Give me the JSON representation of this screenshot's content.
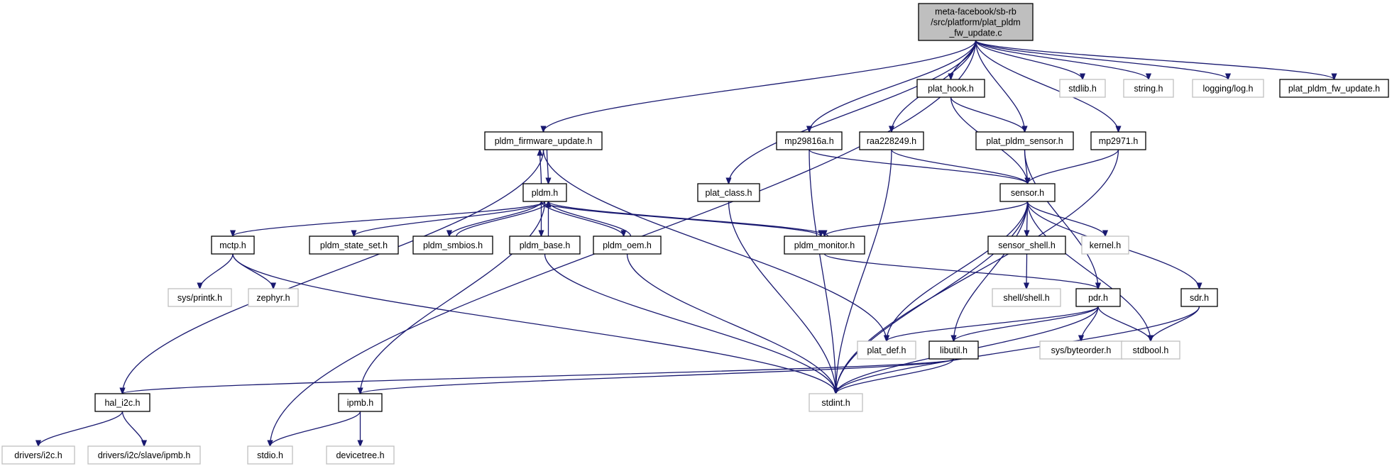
{
  "colors": {
    "edge": "#191970",
    "root_fill": "#bfbfbf",
    "node_stroke": "#000000",
    "external_stroke": "#bfbfbf",
    "text": "#000000"
  },
  "nodes": {
    "root": {
      "lines": [
        "meta-facebook/sb-rb",
        "/src/platform/plat_pldm",
        "_fw_update.c"
      ],
      "kind": "root"
    },
    "stdlib": {
      "lines": [
        "stdlib.h"
      ],
      "kind": "external"
    },
    "string": {
      "lines": [
        "string.h"
      ],
      "kind": "external"
    },
    "logging": {
      "lines": [
        "logging/log.h"
      ],
      "kind": "external"
    },
    "plat_pldm_fw_update": {
      "lines": [
        "plat_pldm_fw_update.h"
      ],
      "kind": "header"
    },
    "plat_hook": {
      "lines": [
        "plat_hook.h"
      ],
      "kind": "header"
    },
    "pldm_firmware_update": {
      "lines": [
        "pldm_firmware_update.h"
      ],
      "kind": "header"
    },
    "mp29816a": {
      "lines": [
        "mp29816a.h"
      ],
      "kind": "header"
    },
    "raa228249": {
      "lines": [
        "raa228249.h"
      ],
      "kind": "header"
    },
    "plat_pldm_sensor": {
      "lines": [
        "plat_pldm_sensor.h"
      ],
      "kind": "header"
    },
    "mp2971": {
      "lines": [
        "mp2971.h"
      ],
      "kind": "header"
    },
    "pldm": {
      "lines": [
        "pldm.h"
      ],
      "kind": "header"
    },
    "plat_class": {
      "lines": [
        "plat_class.h"
      ],
      "kind": "header"
    },
    "sensor": {
      "lines": [
        "sensor.h"
      ],
      "kind": "header"
    },
    "mctp": {
      "lines": [
        "mctp.h"
      ],
      "kind": "header"
    },
    "pldm_state_set": {
      "lines": [
        "pldm_state_set.h"
      ],
      "kind": "header"
    },
    "pldm_smbios": {
      "lines": [
        "pldm_smbios.h"
      ],
      "kind": "header"
    },
    "pldm_base": {
      "lines": [
        "pldm_base.h"
      ],
      "kind": "header"
    },
    "pldm_oem": {
      "lines": [
        "pldm_oem.h"
      ],
      "kind": "header"
    },
    "pldm_monitor": {
      "lines": [
        "pldm_monitor.h"
      ],
      "kind": "header"
    },
    "sensor_shell": {
      "lines": [
        "sensor_shell.h"
      ],
      "kind": "header"
    },
    "kernel": {
      "lines": [
        "kernel.h"
      ],
      "kind": "external"
    },
    "sys_printk": {
      "lines": [
        "sys/printk.h"
      ],
      "kind": "external"
    },
    "zephyr": {
      "lines": [
        "zephyr.h"
      ],
      "kind": "external"
    },
    "shell": {
      "lines": [
        "shell/shell.h"
      ],
      "kind": "external"
    },
    "pdr": {
      "lines": [
        "pdr.h"
      ],
      "kind": "header"
    },
    "sdr": {
      "lines": [
        "sdr.h"
      ],
      "kind": "header"
    },
    "plat_def": {
      "lines": [
        "plat_def.h"
      ],
      "kind": "external"
    },
    "libutil": {
      "lines": [
        "libutil.h"
      ],
      "kind": "header"
    },
    "byteorder": {
      "lines": [
        "sys/byteorder.h"
      ],
      "kind": "external"
    },
    "stdbool": {
      "lines": [
        "stdbool.h"
      ],
      "kind": "external"
    },
    "hal_i2c": {
      "lines": [
        "hal_i2c.h"
      ],
      "kind": "header"
    },
    "ipmb": {
      "lines": [
        "ipmb.h"
      ],
      "kind": "header"
    },
    "stdint": {
      "lines": [
        "stdint.h"
      ],
      "kind": "external"
    },
    "drivers_i2c": {
      "lines": [
        "drivers/i2c.h"
      ],
      "kind": "external"
    },
    "drivers_slave_ipmb": {
      "lines": [
        "drivers/i2c/slave/ipmb.h"
      ],
      "kind": "external"
    },
    "stdio": {
      "lines": [
        "stdio.h"
      ],
      "kind": "external"
    },
    "devicetree": {
      "lines": [
        "devicetree.h"
      ],
      "kind": "external"
    }
  },
  "edges": [
    [
      "root",
      "stdlib"
    ],
    [
      "root",
      "string"
    ],
    [
      "root",
      "logging"
    ],
    [
      "root",
      "plat_pldm_fw_update"
    ],
    [
      "root",
      "plat_hook"
    ],
    [
      "root",
      "pldm_firmware_update"
    ],
    [
      "root",
      "mp29816a"
    ],
    [
      "root",
      "raa228249"
    ],
    [
      "root",
      "plat_pldm_sensor"
    ],
    [
      "root",
      "mp2971"
    ],
    [
      "root",
      "plat_class"
    ],
    [
      "root",
      "stdio"
    ],
    [
      "plat_hook",
      "plat_pldm_sensor"
    ],
    [
      "plat_hook",
      "sensor"
    ],
    [
      "pldm_firmware_update",
      "pldm"
    ],
    [
      "pldm_firmware_update",
      "hal_i2c"
    ],
    [
      "pldm_firmware_update",
      "plat_def"
    ],
    [
      "pldm",
      "pldm_firmware_update"
    ],
    [
      "pldm",
      "mctp"
    ],
    [
      "pldm",
      "pldm_state_set"
    ],
    [
      "pldm",
      "pldm_smbios"
    ],
    [
      "pldm",
      "pldm_base"
    ],
    [
      "pldm",
      "pldm_oem"
    ],
    [
      "pldm",
      "pldm_monitor"
    ],
    [
      "pldm",
      "ipmb"
    ],
    [
      "pldm_smbios",
      "pldm"
    ],
    [
      "pldm_base",
      "pldm"
    ],
    [
      "pldm_oem",
      "pldm"
    ],
    [
      "pldm_monitor",
      "pldm"
    ],
    [
      "mp29816a",
      "sensor"
    ],
    [
      "mp29816a",
      "stdint"
    ],
    [
      "raa228249",
      "sensor"
    ],
    [
      "raa228249",
      "stdint"
    ],
    [
      "plat_pldm_sensor",
      "sensor"
    ],
    [
      "plat_pldm_sensor",
      "pdr"
    ],
    [
      "mp2971",
      "sensor"
    ],
    [
      "mp2971",
      "stdint"
    ],
    [
      "plat_class",
      "stdint"
    ],
    [
      "sensor",
      "pldm_monitor"
    ],
    [
      "sensor",
      "sensor_shell"
    ],
    [
      "sensor",
      "kernel"
    ],
    [
      "sensor",
      "sdr"
    ],
    [
      "sensor",
      "plat_def"
    ],
    [
      "sensor",
      "libutil"
    ],
    [
      "sensor",
      "stdbool"
    ],
    [
      "sensor",
      "stdint"
    ],
    [
      "mctp",
      "sys_printk"
    ],
    [
      "mctp",
      "zephyr"
    ],
    [
      "mctp",
      "stdint"
    ],
    [
      "pldm_base",
      "stdint"
    ],
    [
      "pldm_oem",
      "stdint"
    ],
    [
      "pldm_monitor",
      "pdr"
    ],
    [
      "sensor_shell",
      "shell"
    ],
    [
      "pdr",
      "plat_def"
    ],
    [
      "pdr",
      "libutil"
    ],
    [
      "pdr",
      "byteorder"
    ],
    [
      "pdr",
      "stdbool"
    ],
    [
      "pdr",
      "stdint"
    ],
    [
      "sdr",
      "stdbool"
    ],
    [
      "sdr",
      "stdint"
    ],
    [
      "libutil",
      "hal_i2c"
    ],
    [
      "libutil",
      "ipmb"
    ],
    [
      "libutil",
      "stdint"
    ],
    [
      "hal_i2c",
      "drivers_i2c"
    ],
    [
      "hal_i2c",
      "drivers_slave_ipmb"
    ],
    [
      "ipmb",
      "stdio"
    ],
    [
      "ipmb",
      "devicetree"
    ]
  ]
}
